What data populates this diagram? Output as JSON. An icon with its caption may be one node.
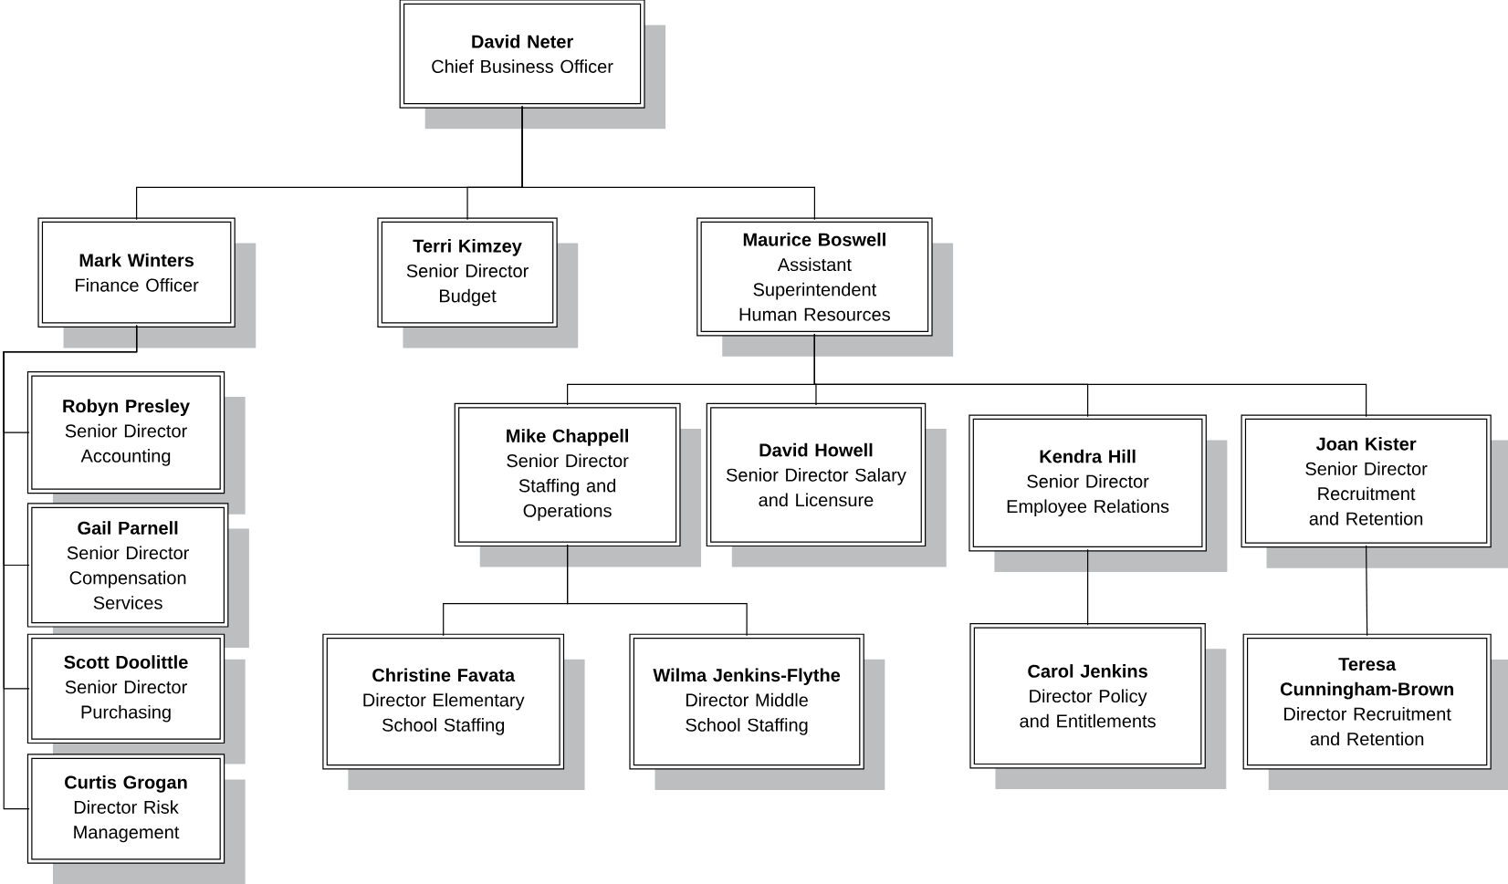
{
  "diagram": {
    "nodes": [
      {
        "text": [
          "David Neter",
          "Chief Business Officer"
        ]
      },
      {
        "text": [
          "Mark Winters",
          "Finance Officer"
        ]
      },
      {
        "text": [
          "Terri Kimzey",
          "Senior Director Budget"
        ]
      },
      {
        "text": [
          "Maurice Boswell",
          "Assistant Superintendent Human Resources"
        ]
      },
      {
        "text": [
          "Robyn Presley",
          "Senior Director Accounting"
        ]
      },
      {
        "text": [
          "Gail Parnell",
          "Senior Director Compensation Services"
        ]
      },
      {
        "text": [
          "Scott Doolittle",
          "Senior Director Purchasing"
        ]
      },
      {
        "text": [
          "Curtis Grogan",
          "Director Risk Management"
        ]
      },
      {
        "text": [
          "Mike Chappell",
          "Senior Director Staffing and Operations"
        ]
      },
      {
        "text": [
          "David Howell",
          "Senior Director Salary and Licensure"
        ]
      },
      {
        "text": [
          "Kendra Hill",
          "Senior Director Employee Relations"
        ]
      },
      {
        "text": [
          "Joan Kister",
          "Senior Director Recruitment and Retention"
        ]
      },
      {
        "text": [
          "Christine Favata",
          "Director Elementary School Staffing"
        ]
      },
      {
        "text": [
          "Wilma Jenkins-Flythe",
          "Director Middle School Staffing"
        ]
      },
      {
        "text": [
          "Carol Jenkins",
          "Director Policy and Entitlements"
        ]
      },
      {
        "text": [
          "Teresa Cunningham-Brown",
          "Director Recruitment and Retention"
        ]
      }
    ],
    "edges": [
      {
        "from": 0,
        "to": 1,
        "arrow": "none"
      },
      {
        "from": 0,
        "to": 2,
        "arrow": "none"
      },
      {
        "from": 0,
        "to": 3,
        "arrow": "none"
      },
      {
        "from": 1,
        "to": 4,
        "arrow": "none"
      },
      {
        "from": 1,
        "to": 5,
        "arrow": "none"
      },
      {
        "from": 1,
        "to": 6,
        "arrow": "none"
      },
      {
        "from": 1,
        "to": 7,
        "arrow": "none"
      },
      {
        "from": 3,
        "to": 8,
        "arrow": "none"
      },
      {
        "from": 3,
        "to": 9,
        "arrow": "none"
      },
      {
        "from": 3,
        "to": 10,
        "arrow": "none"
      },
      {
        "from": 3,
        "to": 11,
        "arrow": "none"
      },
      {
        "from": 8,
        "to": 12,
        "arrow": "none"
      },
      {
        "from": 8,
        "to": 13,
        "arrow": "none"
      },
      {
        "from": 10,
        "to": 14,
        "arrow": "none"
      },
      {
        "from": 11,
        "to": 15,
        "arrow": "none"
      }
    ]
  }
}
